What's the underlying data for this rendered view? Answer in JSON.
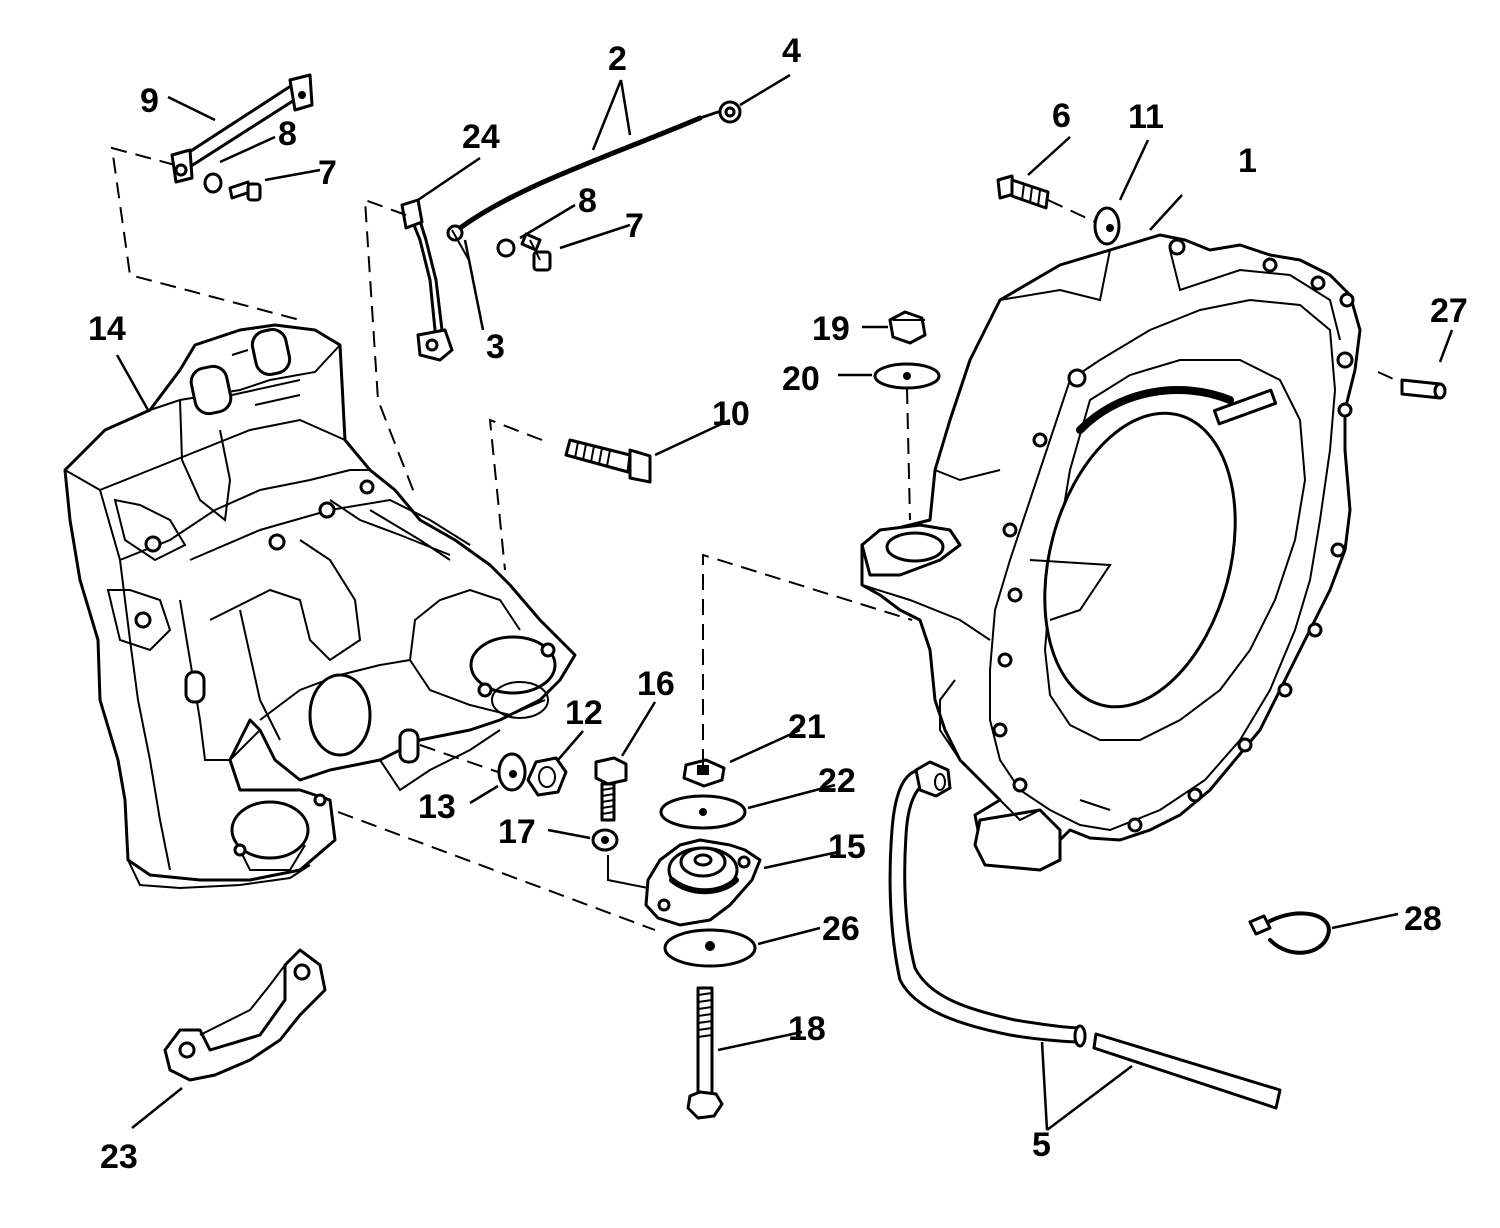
{
  "callouts": [
    {
      "id": "1",
      "text": "1"
    },
    {
      "id": "2",
      "text": "2"
    },
    {
      "id": "3",
      "text": "3"
    },
    {
      "id": "4",
      "text": "4"
    },
    {
      "id": "5",
      "text": "5"
    },
    {
      "id": "6",
      "text": "6"
    },
    {
      "id": "7a",
      "text": "7"
    },
    {
      "id": "7b",
      "text": "7"
    },
    {
      "id": "8a",
      "text": "8"
    },
    {
      "id": "8b",
      "text": "8"
    },
    {
      "id": "9",
      "text": "9"
    },
    {
      "id": "10",
      "text": "10"
    },
    {
      "id": "11",
      "text": "11"
    },
    {
      "id": "12",
      "text": "12"
    },
    {
      "id": "13",
      "text": "13"
    },
    {
      "id": "14",
      "text": "14"
    },
    {
      "id": "15",
      "text": "15"
    },
    {
      "id": "16",
      "text": "16"
    },
    {
      "id": "17",
      "text": "17"
    },
    {
      "id": "18",
      "text": "18"
    },
    {
      "id": "19",
      "text": "19"
    },
    {
      "id": "20",
      "text": "20"
    },
    {
      "id": "21",
      "text": "21"
    },
    {
      "id": "22",
      "text": "22"
    },
    {
      "id": "23",
      "text": "23"
    },
    {
      "id": "24",
      "text": "24"
    },
    {
      "id": "26",
      "text": "26"
    },
    {
      "id": "27",
      "text": "27"
    },
    {
      "id": "28",
      "text": "28"
    }
  ]
}
